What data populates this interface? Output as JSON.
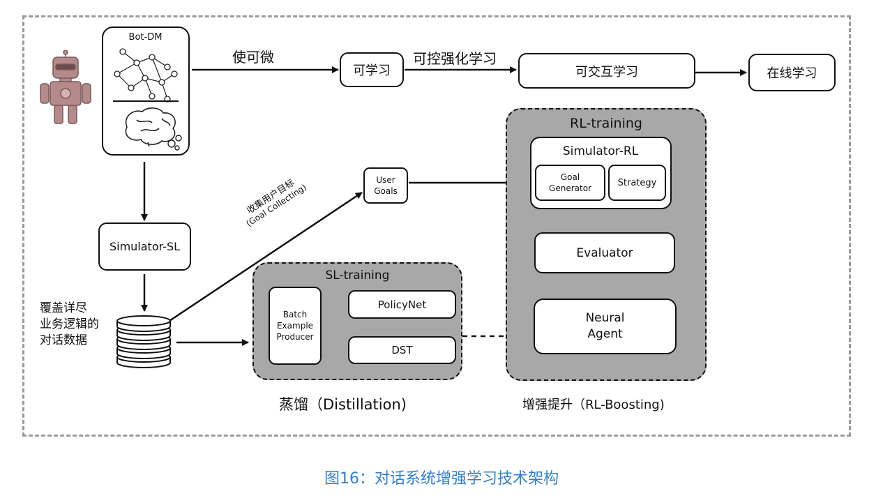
{
  "botdm": {
    "label": "Bot-DM"
  },
  "top_row": {
    "make_differentiable": "使可微",
    "learnable": "可学习",
    "controllable_rl": "可控强化学习",
    "interactive": "可交互学习",
    "online": "在线学习"
  },
  "left": {
    "simulator_sl": "Simulator-SL",
    "data_desc": "覆盖详尽\n业务逻辑的\n对话数据"
  },
  "goal_collect": {
    "cn": "收集用户目标",
    "en": "(Goal Collecting)"
  },
  "user_goals": "User\nGoals",
  "sl": {
    "title": "SL-training",
    "batch": "Batch\nExample\nProducer",
    "policynet": "PolicyNet",
    "dst": "DST",
    "caption": "蒸馏（Distillation)"
  },
  "rl": {
    "title": "RL-training",
    "simulator_rl": "Simulator-RL",
    "goal_generator": "Goal\nGenerator",
    "strategy": "Strategy",
    "evaluator": "Evaluator",
    "neural_agent": "Neural\nAgent",
    "caption": "增强提升（RL-Boosting)"
  },
  "figure_caption": "图16：对话系统增强学习技术架构",
  "colors": {
    "panel": "#a8a8a8",
    "caption": "#2f7fd4",
    "frame": "#9a9a9a"
  }
}
